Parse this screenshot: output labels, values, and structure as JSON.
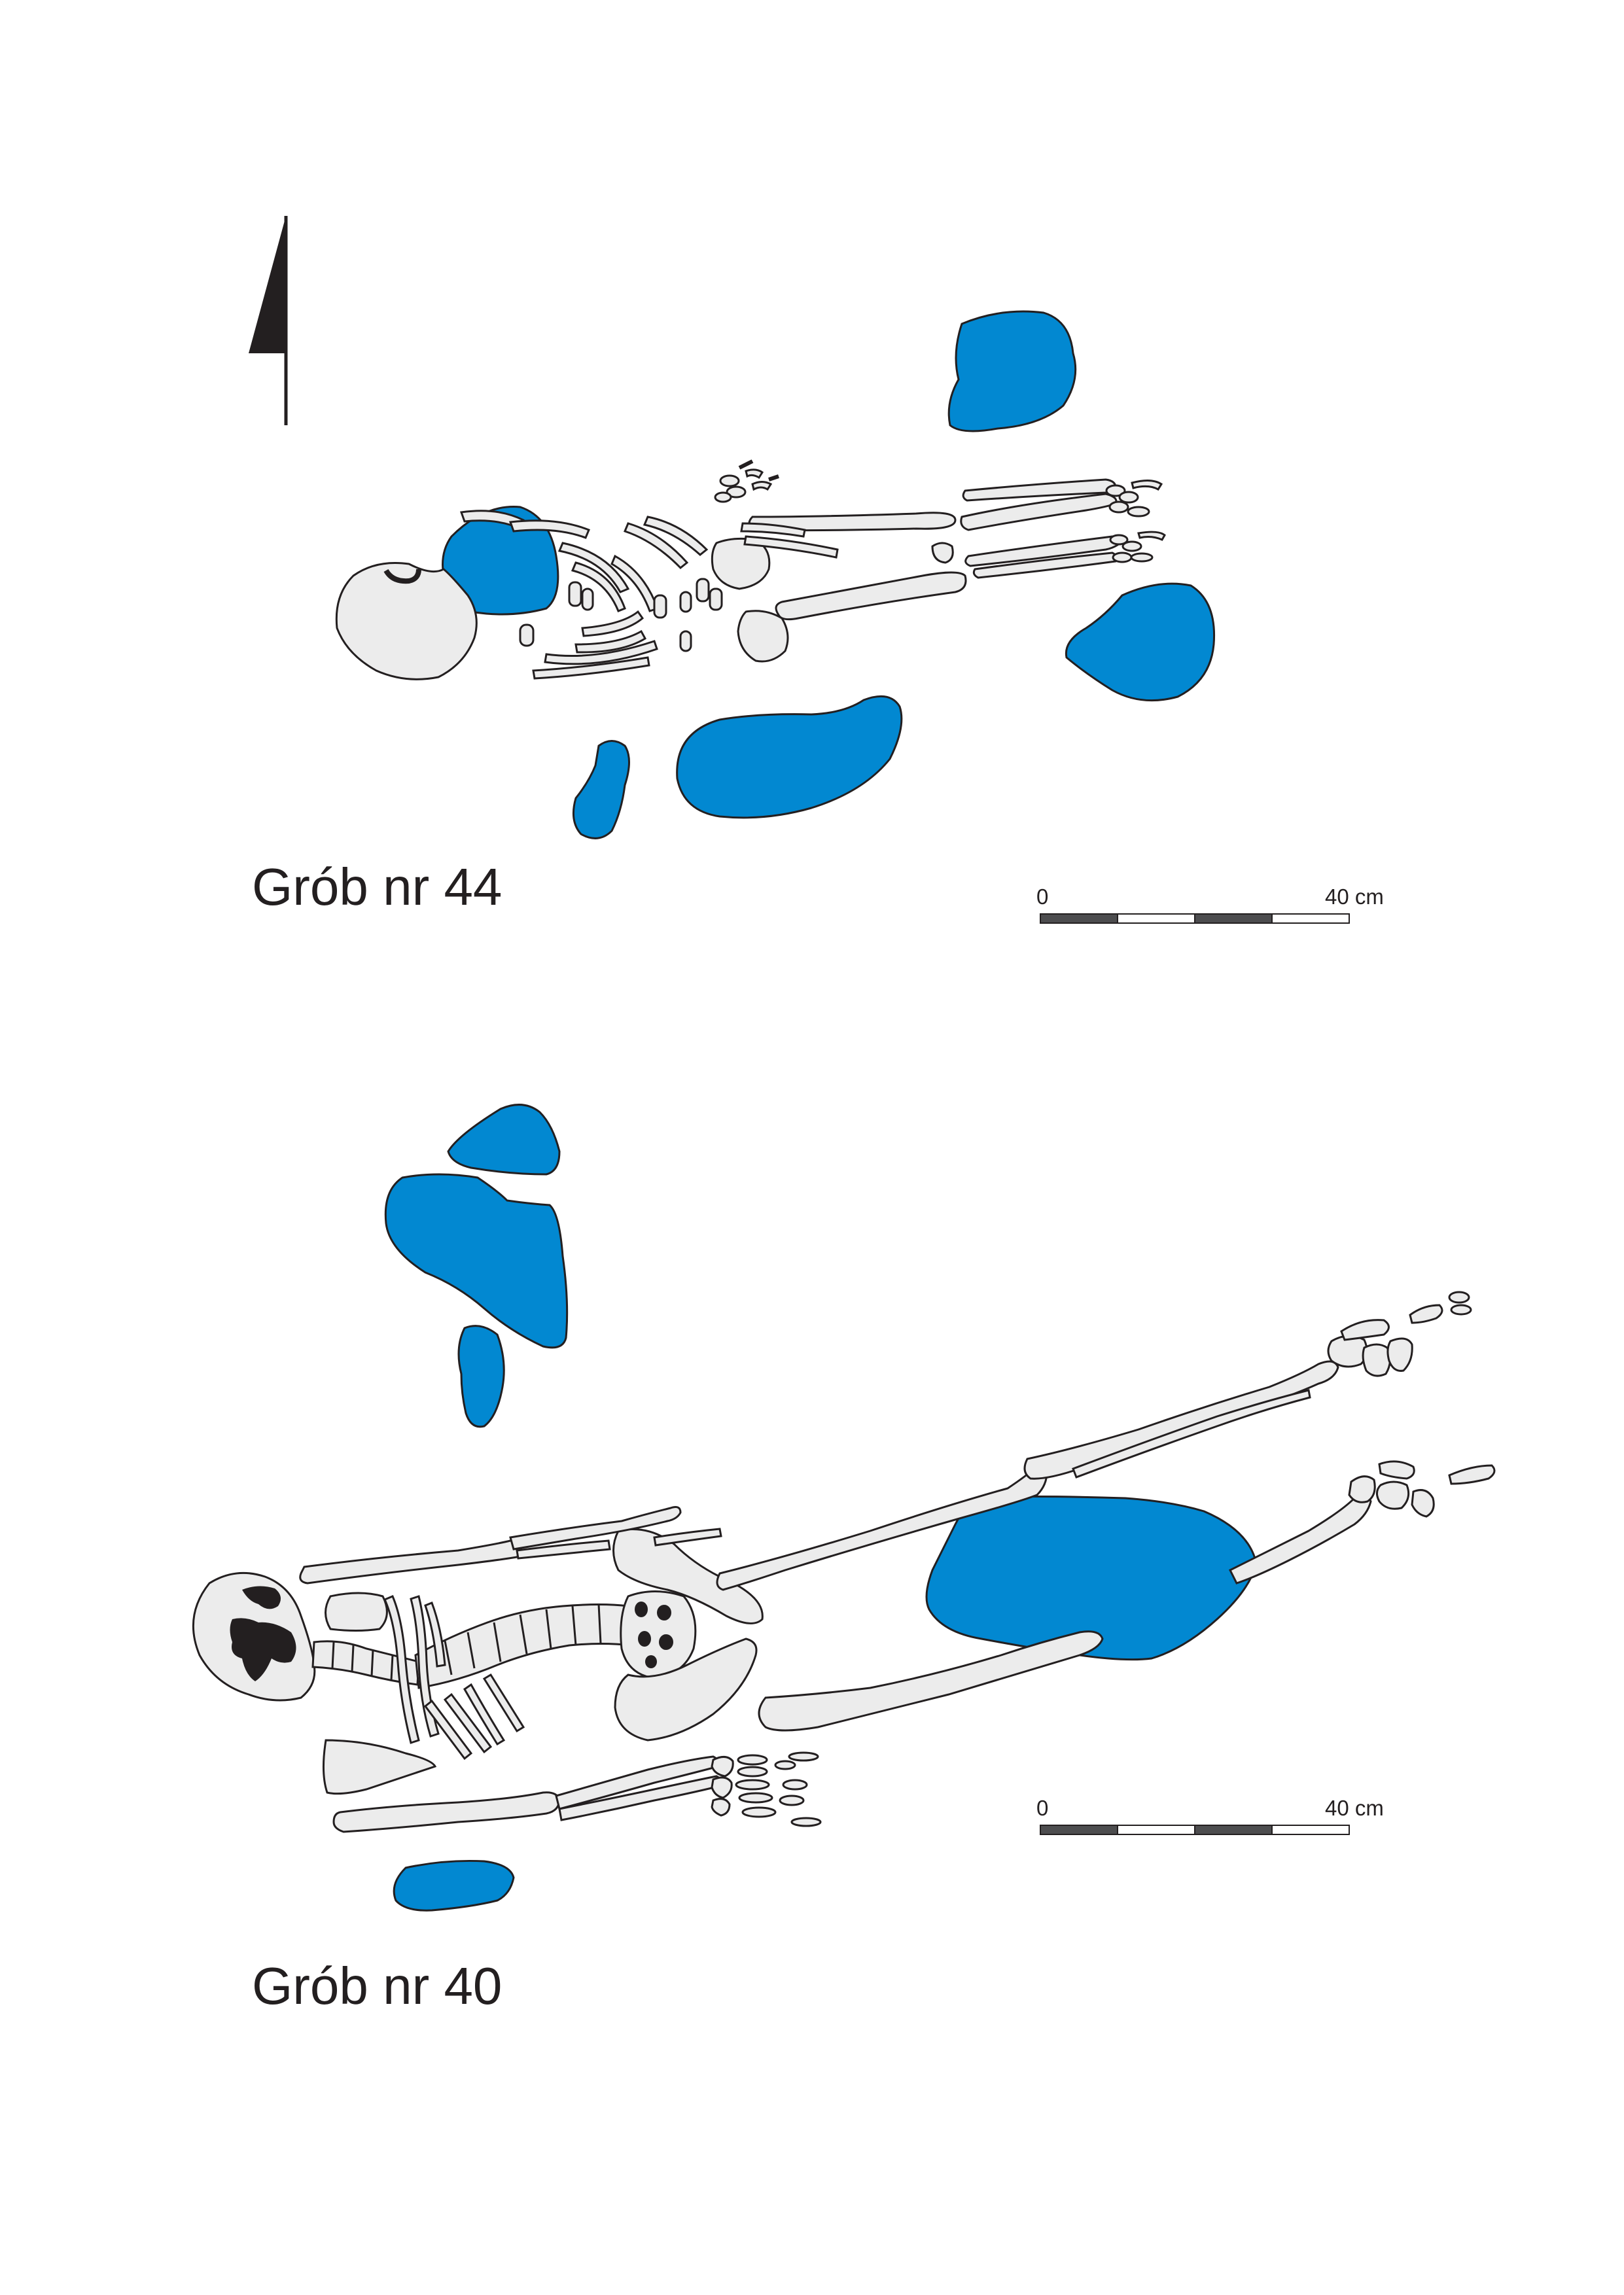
{
  "colors": {
    "stone": "#0288d1",
    "bone": "#ececec",
    "outline": "#231f20",
    "dark": "#231f20",
    "background": "#ffffff"
  },
  "north_arrow": {
    "icon": "north-arrow-icon"
  },
  "graves": [
    {
      "title": "Grób nr 44",
      "scale": {
        "start_label": "0",
        "end_label": "40 cm"
      }
    },
    {
      "title": "Grób nr 40",
      "scale": {
        "start_label": "0",
        "end_label": "40 cm"
      }
    }
  ]
}
